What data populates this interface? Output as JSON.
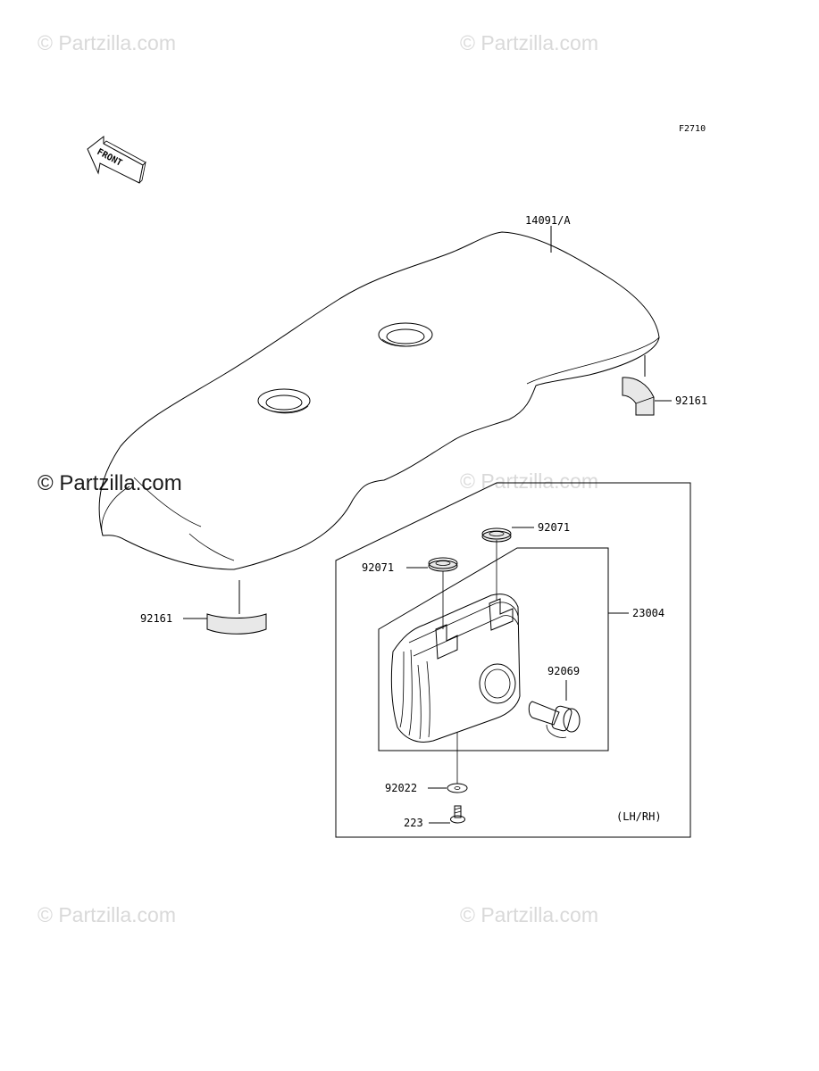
{
  "figure_code": "F2710",
  "front_arrow_label": "FRONT",
  "watermarks": {
    "faint": "© Partzilla.com",
    "strong": "© Partzilla.com"
  },
  "parts": {
    "seat": "14091/A",
    "pad_right": "92161",
    "pad_left": "92161",
    "grommet_upper": "92071",
    "grommet_lower": "92071",
    "taillight_assembly": "23004",
    "bulb": "92069",
    "washer": "92022",
    "screw": "223"
  },
  "variant_note": "(LH/RH)"
}
